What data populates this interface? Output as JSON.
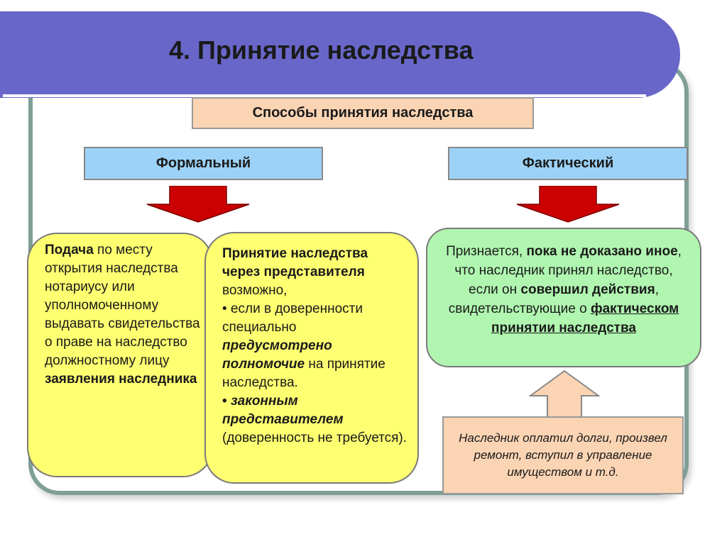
{
  "title": "4. Принятие наследства",
  "ways_label": "Способы принятия наследства",
  "formal": {
    "label": "Формальный",
    "bubble": {
      "p1_bold": "Подача",
      "p1_rest": " по месту открытия наследства нотариусу или уполномоченному выдавать свидетельства о праве на наследство должностному лицу ",
      "p1_end_bold": "заявления наследника"
    },
    "representative": {
      "heading_bold": "Принятие наследства через представителя",
      "intro": " возможно,",
      "item1_a": "• если в доверенности специально ",
      "item1_bi": "предусмотрено полномочие",
      "item1_b": " на принятие наследства.",
      "item2_bullet": "• ",
      "item2_bi": "законным представителем",
      "item2_rest": " (доверенность не требуется)."
    }
  },
  "factual": {
    "label": "Фактический",
    "bubble": {
      "t1": "Признается, ",
      "t2_bold": "пока не доказано иное",
      "t3": ", что наследник принял наследство, если он ",
      "t4_bold": "совершил действия",
      "t5": ", свидетельствующие о ",
      "t6_bu": "фактическом принятии наследства"
    },
    "note": "Наследник оплатил долги, произвел ремонт, вступил в управление имуществом и т.д."
  },
  "colors": {
    "banner": "#6867c9",
    "arrow_down": "#cc0000",
    "arrow_up": "#fbd4b4"
  }
}
